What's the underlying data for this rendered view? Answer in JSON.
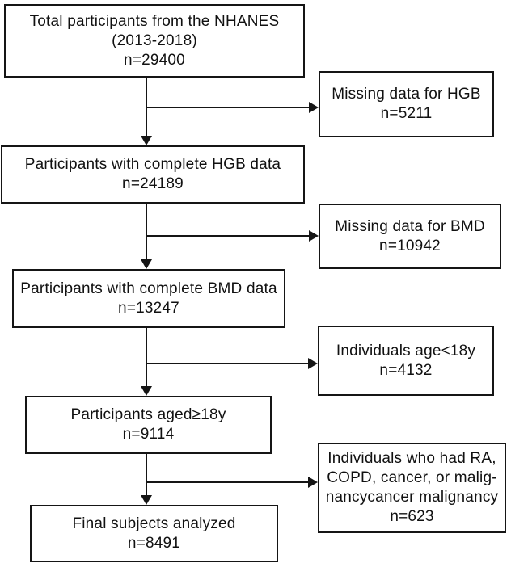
{
  "flowchart": {
    "colors": {
      "border": "#151515",
      "text": "#111111",
      "background": "#ffffff"
    },
    "main_boxes": [
      {
        "id": "total-participants",
        "lines": [
          "Total participants from the NHANES",
          "(2013-2018)",
          "n=29400"
        ]
      },
      {
        "id": "complete-hgb",
        "lines": [
          "Participants with complete HGB data",
          "n=24189"
        ]
      },
      {
        "id": "complete-bmd",
        "lines": [
          "Participants with complete BMD data",
          "n=13247"
        ]
      },
      {
        "id": "aged-18-plus",
        "lines": [
          "Participants aged≥18y",
          "n=9114"
        ]
      },
      {
        "id": "final-subjects",
        "lines": [
          "Final subjects analyzed",
          "n=8491"
        ]
      }
    ],
    "exclusion_boxes": [
      {
        "id": "missing-hgb",
        "lines": [
          "Missing data for HGB",
          "n=5211"
        ]
      },
      {
        "id": "missing-bmd",
        "lines": [
          "Missing data for BMD",
          "n=10942"
        ]
      },
      {
        "id": "age-under-18",
        "lines": [
          "Individuals age<18y",
          "n=4132"
        ]
      },
      {
        "id": "comorbidity-exclusion",
        "lines": [
          "Individuals who had RA,",
          "COPD, cancer, or malig-",
          "nancycancer malignancy",
          "n=623"
        ]
      }
    ]
  }
}
